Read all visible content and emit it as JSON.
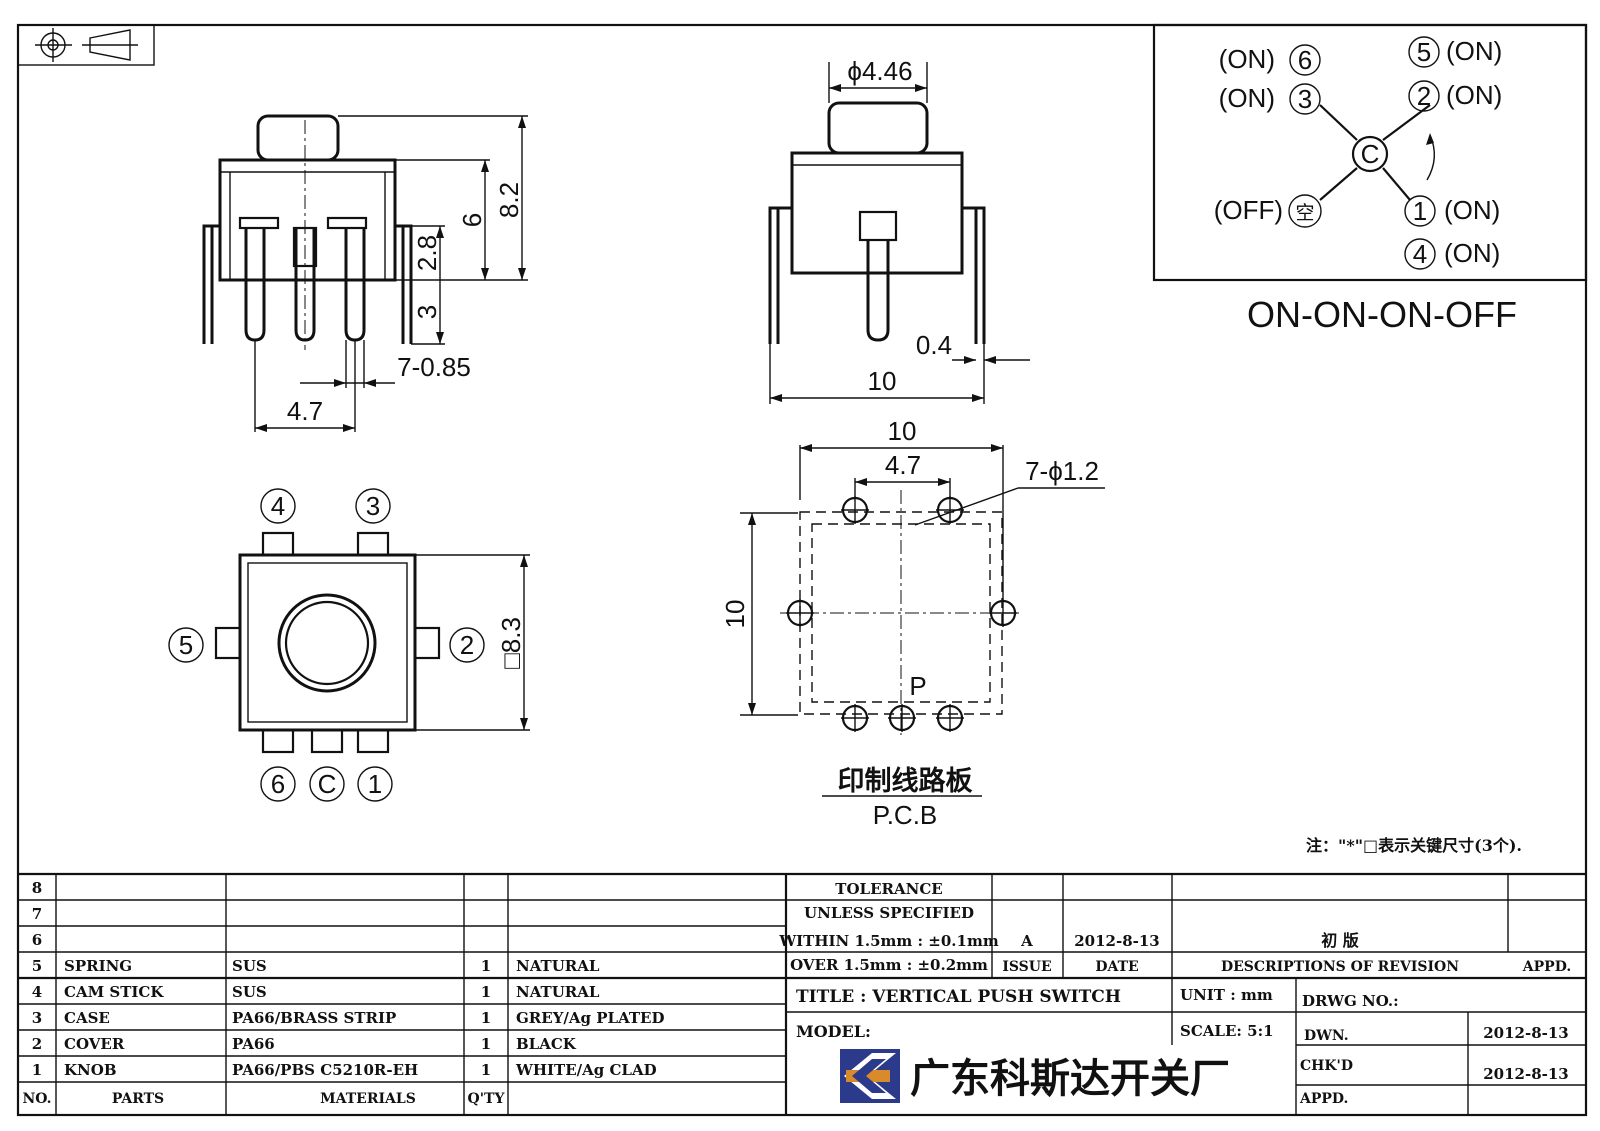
{
  "dimensions": {
    "side_height_total": "8.2",
    "side_height_body": "6",
    "side_height_pin_upper": "2.8",
    "side_height_pin_lower": "3",
    "pin_pitch_label": "7-0.85",
    "pin_span": "4.7",
    "knob_diameter": "ϕ4.46",
    "plate_thickness": "0.4",
    "body_width": "10",
    "square_size": "□8.3",
    "pcb_width": "10",
    "pcb_pitch": "4.7",
    "pcb_hole": "7-ϕ1.2",
    "pcb_height": "10",
    "pcb_p_label": "P"
  },
  "pin_numbers": {
    "top_left": "4",
    "top_right": "3",
    "left": "5",
    "right": "2",
    "bottom_left": "6",
    "bottom_center": "C",
    "bottom_right": "1"
  },
  "pcb_caption": {
    "chinese": "印制线路板",
    "english": "P.C.B"
  },
  "schematic": {
    "pin6_prefix": "(ON)",
    "pin6": "6",
    "pin3_prefix": "(ON)",
    "pin3": "3",
    "pin5": "5",
    "pin5_suffix": "(ON)",
    "pin2": "2",
    "pin2_suffix": "(ON)",
    "common": "C",
    "off_prefix": "(OFF)",
    "off_symbol": "空",
    "pin1": "1",
    "pin1_suffix": "(ON)",
    "pin4": "4",
    "pin4_suffix": "(ON)",
    "mode": "ON-ON-ON-OFF"
  },
  "note": "注：\"*\"□表示关键尺寸(3个).",
  "bom": {
    "rows": [
      {
        "no": "8",
        "part": "",
        "material": "",
        "qty": "",
        "finish": ""
      },
      {
        "no": "7",
        "part": "",
        "material": "",
        "qty": "",
        "finish": ""
      },
      {
        "no": "6",
        "part": "",
        "material": "",
        "qty": "",
        "finish": ""
      },
      {
        "no": "5",
        "part": "SPRING",
        "material": "SUS",
        "qty": "1",
        "finish": "NATURAL"
      },
      {
        "no": "4",
        "part": "CAM STICK",
        "material": "SUS",
        "qty": "1",
        "finish": "NATURAL"
      },
      {
        "no": "3",
        "part": "CASE",
        "material": "PA66/BRASS STRIP",
        "qty": "1",
        "finish": "GREY/Ag PLATED"
      },
      {
        "no": "2",
        "part": "COVER",
        "material": "PA66",
        "qty": "1",
        "finish": "BLACK"
      },
      {
        "no": "1",
        "part": "KNOB",
        "material": "PA66/PBS C5210R-EH",
        "qty": "1",
        "finish": "WHITE/Ag CLAD"
      }
    ],
    "header": {
      "no": "NO.",
      "part": "PARTS",
      "material": "MATERIALS",
      "qty": "Q'TY"
    }
  },
  "title_block": {
    "tolerance_1": "TOLERANCE",
    "tolerance_2": "UNLESS  SPECIFIED",
    "tolerance_3": "WITHIN 1.5mm : ±0.1mm",
    "tolerance_4": "OVER 1.5mm : ±0.2mm",
    "issue_value": "A",
    "issue_date": "2012-8-13",
    "revision_desc": "初 版",
    "issue_label": "ISSUE",
    "date_label": "DATE",
    "desc_label": "DESCRIPTIONS OF REVISION",
    "appd_label": "APPD.",
    "title": "TITLE :  VERTICAL PUSH SWITCH",
    "unit": "UNIT :  mm",
    "drwg_no": "DRWG NO.:",
    "model": "MODEL:",
    "scale": "SCALE:  5:1",
    "dwn": "DWN.",
    "dwn_date": "2012-8-13",
    "chkd": "CHK'D",
    "chkd_date": "2012-8-13",
    "appd": "APPD.",
    "company": "广东科斯达开关厂"
  }
}
